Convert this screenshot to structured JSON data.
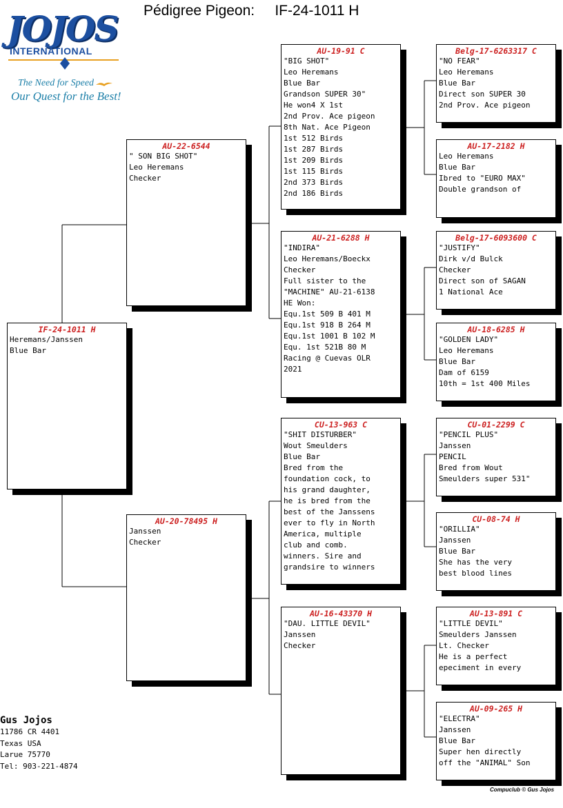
{
  "header": {
    "label": "Pédigree Pigeon:",
    "ring": "IF-24-1011 H"
  },
  "logo": {
    "word": "JOJOS",
    "sub": "INTERNATIONAL",
    "tagline1": "The Need for Speed",
    "tagline2": "Our Quest for the Best!",
    "colors": {
      "brand": "#1c4fa0",
      "accent": "#e8a020",
      "tagline": "#1c7fa8"
    }
  },
  "ring_color": "#cc1f1f",
  "pigeons": {
    "subject": {
      "ring": "IF-24-1011 H",
      "lines": [
        "",
        "Heremans/Janssen",
        "Blue Bar"
      ]
    },
    "sire": {
      "ring": "AU-22-6544",
      "lines": [
        "\" SON BIG SHOT\"",
        "Leo Heremans",
        "Checker"
      ]
    },
    "dam": {
      "ring": "AU-20-78495 H",
      "lines": [
        "",
        "Janssen",
        "Checker"
      ]
    },
    "ss": {
      "ring": "AU-19-91 C",
      "lines": [
        "\"BIG SHOT\"",
        "Leo Heremans",
        "Blue Bar",
        "Grandson SUPER 30\"",
        "He won4 X 1st",
        "2nd Prov. Ace pigeon",
        "8th Nat. Ace Pigeon",
        "1st 512 Birds",
        "1st 287 Birds",
        "1st 209 Birds",
        "1st 115 Birds",
        "2nd 373 Birds",
        "2nd 186 Birds"
      ]
    },
    "sd": {
      "ring": "AU-21-6288 H",
      "lines": [
        "\"INDIRA\"",
        "Leo Heremans/Boeckx",
        "Checker",
        "Full sister to the",
        "\"MACHINE\" AU-21-6138",
        "HE Won:",
        "Equ.1st 509 B 401 M",
        "Equ.1st 918 B 264 M",
        "Equ.1st 1001 B 102 M",
        "Equ. 1st 521B 80 M",
        "Racing @ Cuevas OLR",
        "2021"
      ]
    },
    "ds": {
      "ring": "CU-13-963 C",
      "lines": [
        "\"SHIT DISTURBER\"",
        "Wout Smeulders",
        "Blue Bar",
        "Bred from the",
        "foundation cock, to",
        "his grand daughter,",
        "he is bred from the",
        "best of the Janssens",
        "ever to fly in North",
        "America, multiple",
        "club and comb.",
        "winners. Sire and",
        "grandsire to winners"
      ]
    },
    "dd": {
      "ring": "AU-16-43370 H",
      "lines": [
        "\"DAU. LITTLE DEVIL\"",
        "Janssen",
        "Checker"
      ]
    },
    "sss": {
      "ring": "Belg-17-6263317 C",
      "lines": [
        "\"NO FEAR\"",
        "Leo Heremans",
        "Blue Bar",
        "Direct son SUPER 30",
        "2nd Prov. Ace pigeon"
      ]
    },
    "ssd": {
      "ring": "AU-17-2182 H",
      "lines": [
        "",
        "Leo Heremans",
        "Blue Bar",
        "Ibred to \"EURO MAX\"",
        "Double grandson of"
      ]
    },
    "sds": {
      "ring": "Belg-17-6093600 C",
      "lines": [
        "\"JUSTIFY\"",
        "Dirk v/d Bulck",
        "Checker",
        "Direct son of SAGAN",
        "1 National Ace"
      ]
    },
    "sdd": {
      "ring": "AU-18-6285 H",
      "lines": [
        "\"GOLDEN LADY\"",
        "Leo Heremans",
        "Blue Bar",
        "Dam of 6159",
        "10th = 1st 400 Miles"
      ]
    },
    "dss": {
      "ring": "CU-01-2299 C",
      "lines": [
        "\"PENCIL PLUS\"",
        "Janssen",
        "PENCIL",
        "Bred from Wout",
        "Smeulders super 531\""
      ]
    },
    "dsd": {
      "ring": "CU-08-74 H",
      "lines": [
        "\"ORILLIA\"",
        "Janssen",
        "Blue Bar",
        "She has the very",
        "best blood lines"
      ]
    },
    "dds": {
      "ring": "AU-13-891 C",
      "lines": [
        "\"LITTLE DEVIL\"",
        "Smeulders Janssen",
        "Lt. Checker",
        "He is a perfect",
        "epeciment in every"
      ]
    },
    "ddd": {
      "ring": "AU-09-265 H",
      "lines": [
        "\"ELECTRA\"",
        "Janssen",
        "Blue Bar",
        "Super hen directly",
        "off the \"ANIMAL\" Son"
      ]
    }
  },
  "breeder": {
    "name": "Gus Jojos",
    "address": "11786 CR 4401",
    "state": "Texas USA",
    "city": "Larue 75770",
    "tel": "Tel: 903-221-4874"
  },
  "footer": {
    "credit": "Compuclub © Gus Jojos"
  }
}
